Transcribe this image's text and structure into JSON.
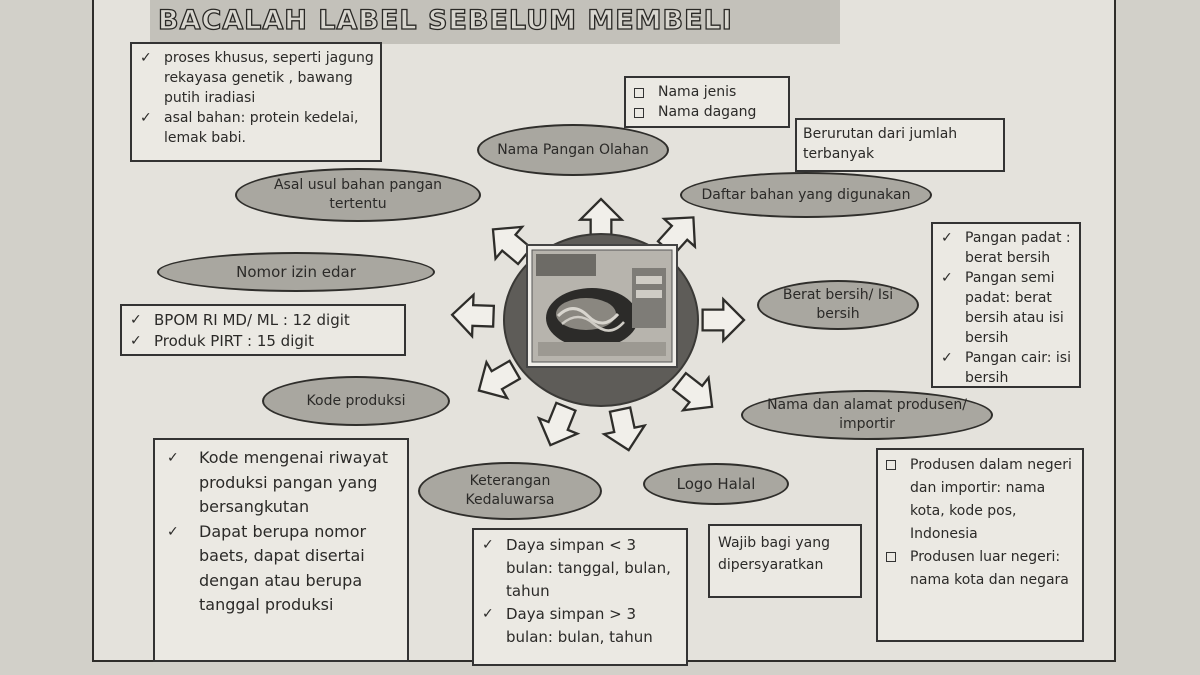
{
  "title": "BACALAH LABEL SEBELUM MEMBELI",
  "center": {
    "image": "instant-noodle-package"
  },
  "ovals": {
    "nama_pangan": "Nama Pangan Olahan",
    "daftar_bahan": "Daftar bahan yang digunakan",
    "berat_bersih": "Berat bersih/ Isi bersih",
    "nama_alamat": "Nama dan alamat produsen/ importir",
    "logo_halal": "Logo Halal",
    "keterangan_kedaluwarsa": "Keterangan Kedaluwarsa",
    "kode_produksi": "Kode produksi",
    "nomor_izin": "Nomor izin edar",
    "asal_usul": "Asal usul bahan pangan tertentu"
  },
  "boxes": {
    "asal_usul_notes": [
      "proses khusus, seperti jagung rekayasa genetik , bawang putih iradiasi",
      "asal bahan: protein kedelai, lemak babi."
    ],
    "nama_options": [
      "Nama jenis",
      "Nama dagang"
    ],
    "bahan_note": "Berurutan dari jumlah terbanyak",
    "berat_notes": [
      "Pangan padat : berat bersih",
      "Pangan semi padat: berat bersih atau isi bersih",
      "Pangan cair: isi bersih"
    ],
    "izin_notes": [
      "BPOM RI MD/ ML : 12 digit",
      "Produk PIRT : 15 digit"
    ],
    "kode_notes": [
      "Kode mengenai riwayat produksi pangan yang bersangkutan",
      "Dapat berupa nomor baets, dapat disertai dengan atau  berupa tanggal produksi"
    ],
    "kedaluwarsa_notes": [
      "Daya simpan < 3 bulan: tanggal, bulan, tahun",
      "Daya simpan > 3 bulan: bulan, tahun"
    ],
    "halal_note": "Wajib bagi yang dipersyaratkan",
    "produsen_notes": [
      "Produsen dalam negeri dan importir: nama kota, kode pos, Indonesia",
      "Produsen luar negeri: nama kota dan negara"
    ]
  },
  "marks": {
    "check": "✓"
  },
  "colors": {
    "oval_fill": "#a9a7a0",
    "circle_fill": "#5e5c58",
    "paper": "#e4e2dc"
  }
}
